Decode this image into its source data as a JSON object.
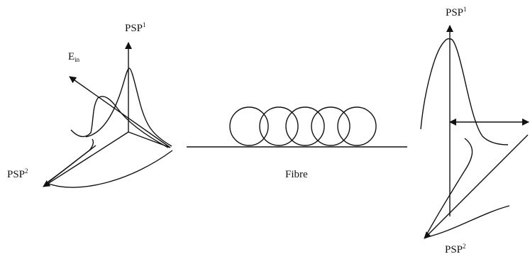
{
  "diagram": {
    "input_side": {
      "psp1": {
        "base": "PSP",
        "sup": "1"
      },
      "psp2": {
        "base": "PSP",
        "sup": "2"
      },
      "ein": {
        "base": "E",
        "sub": "in"
      }
    },
    "fibre": {
      "label": "Fibre"
    },
    "output_side": {
      "psp1": {
        "base": "PSP",
        "sup": "1"
      },
      "psp2": {
        "base": "PSP",
        "sup": "2"
      }
    },
    "colors": {
      "stroke": "#111111",
      "background": "#ffffff"
    }
  }
}
